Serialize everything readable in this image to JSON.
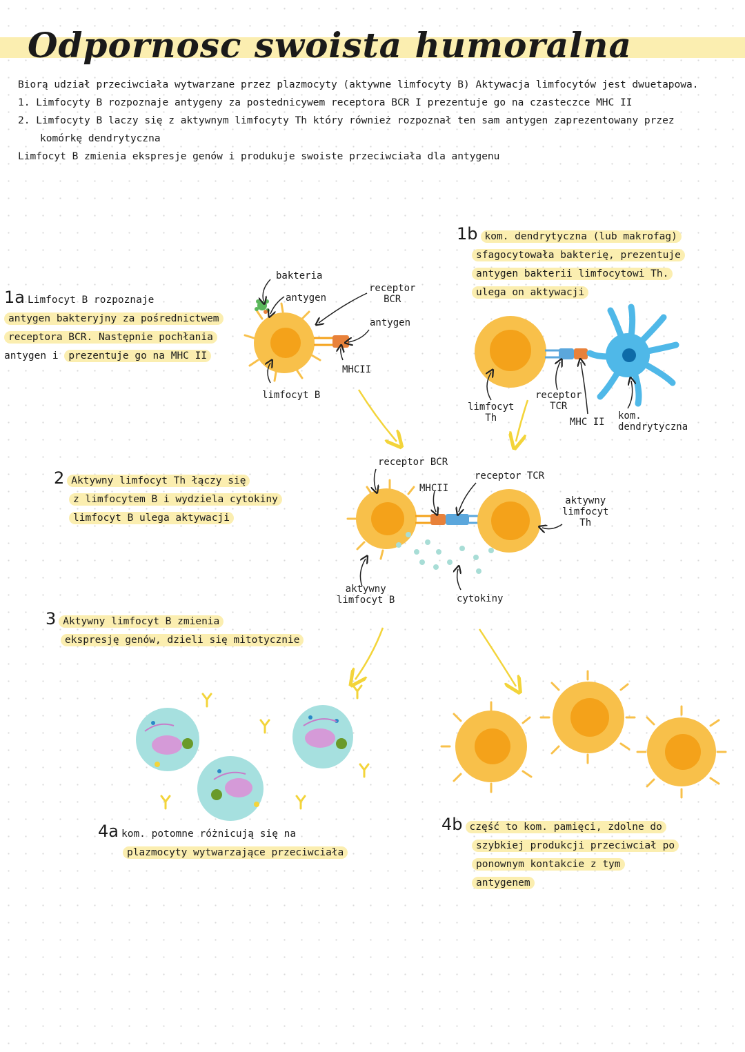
{
  "title": "Odpornosc swoista humoralna",
  "intro": {
    "line1": "Biorą udział przeciwciała wytwarzane przez plazmocyty (aktywne limfocyty B) Aktywacja limfocytów jest dwuetapowa.",
    "item1_num": "1.",
    "item1": "Limfocyty B rozpoznaje antygeny za postednicywem receptora BCR I prezentuje go na czasteczce MHC II",
    "item2_num": "2.",
    "item2a": "Limfocyty B laczy się z aktywnym limfocyty Th który również rozpoznał ten sam antygen zaprezentowany przez",
    "item2b": "komórkę dendrytyczna",
    "line4": "Limfocyt B zmienia ekspresje genów i produkuje swoiste przeciwciała dla antygenu"
  },
  "steps": {
    "s1a": {
      "num": "1a",
      "l1": "Limfocyt B rozpoznaje",
      "l2": "antygen bakteryjny za pośrednictwem",
      "l3": "receptora BCR. Następnie pochłania",
      "l4a": "antygen i",
      "l4b": "prezentuje go na MHC II"
    },
    "s1b": {
      "num": "1b",
      "l1": "kom. dendrytyczna (lub makrofag)",
      "l2": "sfagocytowała bakterię, prezentuje",
      "l3": "antygen bakterii limfocytowi Th.",
      "l4": "ulega on aktywacji"
    },
    "s2": {
      "num": "2",
      "l1": "Aktywny limfocyt Th łączy się",
      "l2": "z limfocytem B i wydziela cytokiny",
      "l3": "limfocyt B ulega aktywacji"
    },
    "s3": {
      "num": "3",
      "l1": "Aktywny limfocyt B zmienia",
      "l2": "ekspresję genów, dzieli się mitotycznie"
    },
    "s4a": {
      "num": "4a",
      "l1": "kom. potomne różnicują się na",
      "l2": "plazmocyty wytwarzające przeciwciała"
    },
    "s4b": {
      "num": "4b",
      "l1": "część to kom. pamięci, zdolne do",
      "l2": "szybkiej produkcji przeciwciał po",
      "l3": "ponownym kontakcie z tym",
      "l4": "antygenem"
    }
  },
  "labels": {
    "bakteria": "bakteria",
    "antygen1": "antygen",
    "receptor_bcr_1": "receptor",
    "receptor_bcr_2": "BCR",
    "antygen2": "antygen",
    "mhc2_a": "MHCII",
    "limfocyt_b": "limfocyt B",
    "limfocyt_th_1": "limfocyt",
    "limfocyt_th_2": "Th",
    "receptor_tcr_1": "receptor",
    "receptor_tcr_2": "TCR",
    "mhc2_b": "MHC II",
    "kom_dend_1": "kom.",
    "kom_dend_2": "dendrytyczna",
    "receptor_bcr_c": "receptor BCR",
    "mhc2_c": "MHCII",
    "receptor_tcr_c": "receptor TCR",
    "akt_th_1": "aktywny",
    "akt_th_2": "limfocyt",
    "akt_th_3": "Th",
    "akt_b_1": "aktywny",
    "akt_b_2": "limfocyt B",
    "cytokiny": "cytokiny"
  },
  "colors": {
    "highlight": "#fbeeb0",
    "cell_orange": "#f8c04a",
    "nucleus_orange": "#f4a21a",
    "dendritic_blue": "#4fb8e8",
    "plasma_teal": "#a6e0df",
    "plasma_purple": "#d59ad8",
    "arrow_yellow": "#f3d43a",
    "receptor_blue": "#5ba7dc",
    "mhc_orange": "#e8813a",
    "cytokine": "#a8ddd6"
  }
}
